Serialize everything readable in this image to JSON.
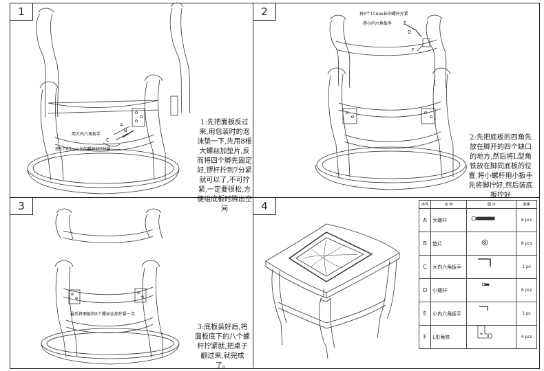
{
  "steps": [
    {
      "number": "1",
      "label_a": "用大内六角扳手",
      "label_b": "将8个63mm长的螺杆拧7分紧",
      "letters": [
        "A",
        "B",
        "C"
      ],
      "note": "1:先把面板反过来,用包装时的泡沫垫一下,先用8根大螺丝加垫片,反而将四个脚先固定好,锣杆拧到7分紧就可以了,不可拧紧,一定要很松,方便组底板时腾出空间"
    },
    {
      "number": "2",
      "label_a": "将8个15mm长的螺杆拧紧",
      "label_b": "用小内六角扳手",
      "letters": [
        "E",
        "D",
        "F"
      ],
      "note": "2:先把底板的四角先放在脚开的四个缺口的地方,然后将L型角铁放在脚同底板的位置,将小螺杆用小扳手先将脚拧好,然后装底板拧好"
    },
    {
      "number": "3",
      "label_a": "最后将面板的8个螺丝全部拧紧一次",
      "note": "3:底板装好后,将面板底下的八个螺杆拧紧就,把桌子翻过来,就完成了。"
    },
    {
      "number": "4"
    }
  ],
  "parts_table": {
    "headers": [
      "序号",
      "名  称",
      "图    示",
      "数量"
    ],
    "rows": [
      {
        "code": "A",
        "name": "大螺杆",
        "icon": "long-bolt-icon",
        "qty": "8 pcs"
      },
      {
        "code": "B",
        "name": "垫片",
        "icon": "washer-icon",
        "qty": "8 pcs"
      },
      {
        "code": "C",
        "name": "大内六角扳手",
        "icon": "large-hex-key-icon",
        "qty": "1 pc"
      },
      {
        "code": "D",
        "name": "小螺杆",
        "icon": "small-bolt-icon",
        "qty": "8 pcs"
      },
      {
        "code": "E",
        "name": "小内六角扳手",
        "icon": "small-hex-key-icon",
        "qty": "1 pc"
      },
      {
        "code": "F",
        "name": "L形角铁",
        "icon": "l-bracket-icon",
        "qty": "4 pcs"
      }
    ]
  }
}
